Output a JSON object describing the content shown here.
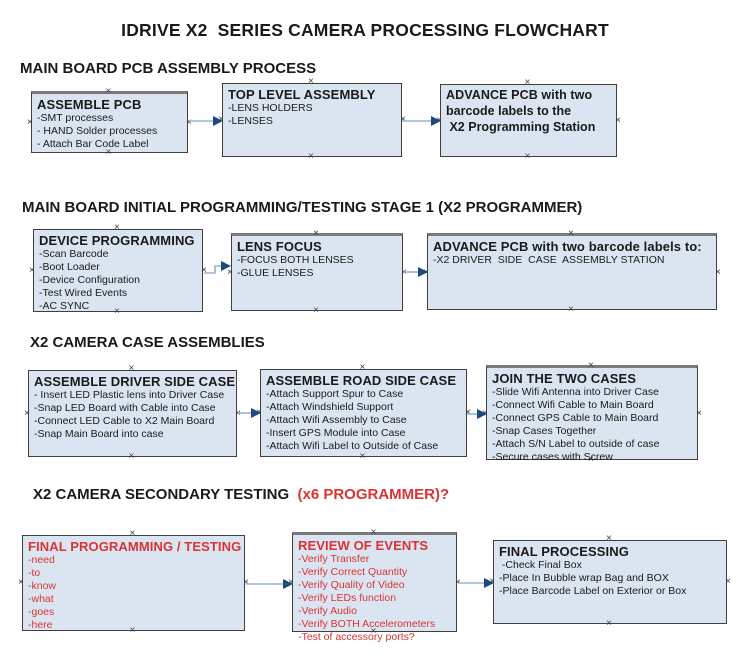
{
  "page_title": "IDRIVE X2  SERIES CAMERA PROCESSING FLOWCHART",
  "colors": {
    "box_fill": "#dbe5f1",
    "box_border": "#3f3f3f",
    "arrow_shaft": "#95b3d7",
    "arrow_head": "#1f497d",
    "alert_red": "#d93434",
    "text_black": "#1a1a1a"
  },
  "icons": {
    "connection_point": "×",
    "arrow": "right-arrow"
  },
  "sections": [
    {
      "heading": "MAIN BOARD PCB ASSEMBLY PROCESS",
      "boxes": [
        {
          "title": "ASSEMBLE PCB",
          "items": [
            "-SMT processes",
            "- HAND Solder processes",
            "- Attach Bar Code Label"
          ]
        },
        {
          "title": "TOP LEVEL ASSEMBLY",
          "items": [
            "-LENS HOLDERS",
            "-LENSES"
          ]
        },
        {
          "title": "ADVANCE PCB with two",
          "items": [
            "barcode labels to the",
            " X2 Programming Station"
          ]
        }
      ]
    },
    {
      "heading": "MAIN BOARD INITIAL PROGRAMMING/TESTING STAGE 1 (X2 PROGRAMMER)",
      "boxes": [
        {
          "title": "DEVICE PROGRAMMING",
          "items": [
            "-Scan Barcode",
            "-Boot Loader",
            "-Device Configuration",
            "-Test Wired Events",
            "-AC SYNC"
          ]
        },
        {
          "title": "LENS FOCUS",
          "items": [
            "-FOCUS BOTH LENSES",
            "-GLUE LENSES"
          ]
        },
        {
          "title": "ADVANCE PCB with two barcode labels to:",
          "items": [
            "-X2 DRIVER  SIDE  CASE  ASSEMBLY STATION"
          ]
        }
      ]
    },
    {
      "heading": "X2 CAMERA CASE ASSEMBLIES",
      "boxes": [
        {
          "title": "ASSEMBLE DRIVER SIDE CASE",
          "items": [
            "- Insert LED Plastic lens into Driver Case",
            "-Snap LED Board with Cable into Case",
            "-Connect LED Cable to X2 Main Board",
            "-Snap Main Board into case"
          ]
        },
        {
          "title": "ASSEMBLE ROAD SIDE CASE",
          "items": [
            "-Attach Support Spur to Case",
            "-Attach Windshield Support",
            "-Attach Wifi Assembly to Case",
            "-Insert GPS Module into Case",
            "-Attach Wifi Label to Outside of Case"
          ]
        },
        {
          "title": "JOIN THE TWO CASES",
          "items": [
            "-Slide Wifi Antenna into Driver Case",
            "-Connect Wifi Cable to Main Board",
            "-Connect GPS Cable to Main Board",
            "-Snap Cases Together",
            "-Attach S/N Label to outside of case",
            "-Secure cases with Screw"
          ]
        }
      ]
    },
    {
      "heading": "X2 CAMERA SECONDARY TESTING  ",
      "heading_red": "(x6 PROGRAMMER)?",
      "boxes": [
        {
          "title": "FINAL PROGRAMMING / TESTING",
          "items": [
            "-need",
            "-to",
            "-know",
            "-what",
            "-goes",
            "-here"
          ]
        },
        {
          "title": "REVIEW OF EVENTS",
          "items": [
            "-Verify Transfer",
            "-Verify Correct Quantity",
            "-Verify Quality of Video",
            "-Verify LEDs function",
            "-Verify Audio",
            "-Verify BOTH Accelerometers",
            "-Test of accessory ports?"
          ]
        },
        {
          "title": "FINAL PROCESSING",
          "items": [
            " -Check Final Box",
            "-Place In Bubble wrap Bag and BOX",
            "-Place Barcode Label on Exterior or Box"
          ]
        }
      ]
    }
  ]
}
